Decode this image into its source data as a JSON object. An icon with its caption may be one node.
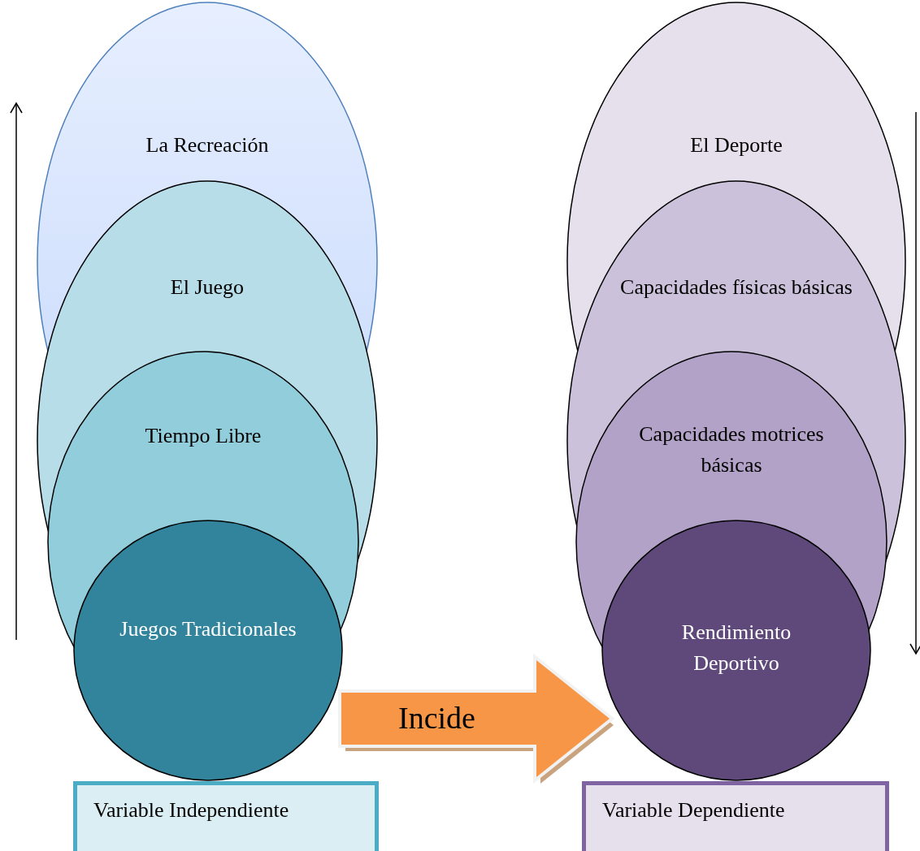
{
  "diagram": {
    "nodes": [
      {
        "text": [
          "La Recreación"
        ]
      },
      {
        "text": [
          "El Juego"
        ]
      },
      {
        "text": [
          "Tiempo Libre"
        ]
      },
      {
        "text": [
          "Juegos Tradicionales"
        ]
      },
      {
        "text": [
          "El Deporte"
        ]
      },
      {
        "text": [
          "Capacidades físicas básicas"
        ]
      },
      {
        "text": [
          "Capacidades motrices básicas"
        ]
      },
      {
        "text": [
          "Rendimiento Deportivo"
        ]
      },
      {
        "text": [
          "Variable Independiente"
        ]
      },
      {
        "text": [
          "Variable Dependiente"
        ]
      }
    ],
    "edges": [
      {
        "from": 3,
        "to": 7,
        "arrow": "to",
        "label": "Incide"
      }
    ]
  }
}
